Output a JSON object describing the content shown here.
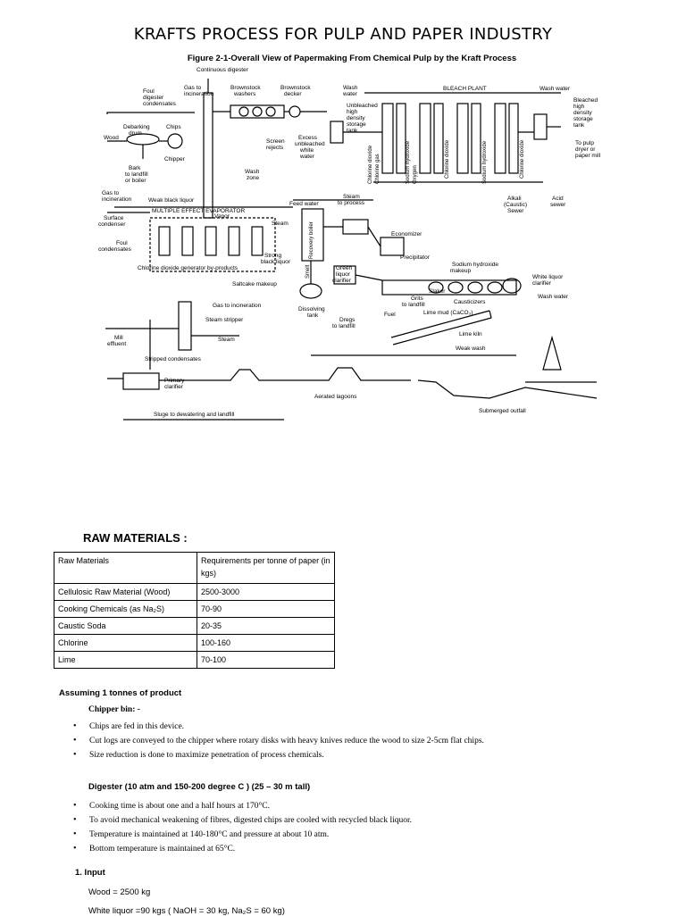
{
  "page_title": "KRAFTS PROCESS FOR PULP AND PAPER INDUSTRY",
  "figure": {
    "caption": "Figure 2-1-Overall View of Papermaking From Chemical Pulp by the Kraft Process",
    "labels": {
      "continuous_digester": "Continuous digester",
      "gas_to_incineration_1": "Gas to",
      "gas_to_incineration_2": "incineration",
      "foul_digester_1": "Foul",
      "foul_digester_2": "digester",
      "foul_digester_3": "condensates",
      "brownstock_washers_1": "Brownstock",
      "brownstock_washers_2": "washers",
      "brownstock_decker_1": "Brownstock",
      "brownstock_decker_2": "decker",
      "wash_water_1": "Wash",
      "wash_water_2": "water",
      "bleach_plant": "BLEACH PLANT",
      "wash_water_right": "Wash water",
      "bleached_1": "Bleached",
      "bleached_2": "high",
      "bleached_3": "density",
      "bleached_4": "storage",
      "bleached_5": "tank",
      "debarking_1": "Debarking",
      "debarking_2": "drum",
      "chips": "Chips",
      "wood": "Wood",
      "chipper": "Chipper",
      "bark_1": "Bark",
      "bark_2": "to landfill",
      "bark_3": "or boiler",
      "screen_rejects_1": "Screen",
      "screen_rejects_2": "rejects",
      "excess_1": "Excess",
      "excess_2": "unbleached",
      "excess_3": "white",
      "excess_4": "water",
      "unbleached_1": "Unbleached",
      "unbleached_2": "high",
      "unbleached_3": "density",
      "unbleached_4": "storage",
      "unbleached_5": "tank",
      "wash_zone_1": "Wash",
      "wash_zone_2": "zone",
      "chlorine_dioxide": "Chlorine dioxide",
      "chlorine_gas": "Chlorine gas",
      "sodium_hydroxide_1": "Sodium hydroxide",
      "oxygen": "Oxygen",
      "chlorine_dioxide_2": "Chlorine dioxide",
      "sodium_hydroxide_2": "Sodium hydroxide",
      "chlorine_dioxide_3": "Chlorine dioxide",
      "to_pulp_1": "To pulp",
      "to_pulp_2": "dryer or",
      "to_pulp_3": "paper mill",
      "gas_to_incin_left_1": "Gas to",
      "gas_to_incin_left_2": "incineration",
      "weak_black_liquor": "Weak black liquor",
      "multiple_effect": "MULTIPLE EFFECT EVAPORATOR",
      "vapor": "Vapor",
      "feed_water": "Feed water",
      "steam_to_process_1": "Steam",
      "steam_to_process_2": "to process",
      "alkali_1": "Alkali",
      "alkali_2": "(Caustic)",
      "alkali_3": "Sewer",
      "acid_1": "Acid",
      "acid_2": "sewer",
      "surface_1": "Surface",
      "surface_2": "condenser",
      "steam": "Steam",
      "foul_cond_1": "Foul",
      "foul_cond_2": "condensates",
      "recovery_boiler": "Recovery boiler",
      "economizer": "Economizer",
      "strong_black_1": "Strong",
      "strong_black_2": "black liquor",
      "precipitator": "Precipitator",
      "chlorine_byproducts": "Chlorine dioxide generator by-products",
      "smelt": "Smelt",
      "green_1": "Green",
      "green_2": "liquor",
      "green_3": "clarifier",
      "sodium_makeup_1": "Sodium hydroxide",
      "sodium_makeup_2": "makeup",
      "white_liquor_1": "White liquor",
      "white_liquor_2": "clarifier",
      "saltcake": "Saltcake makeup",
      "grits_1": "Grits",
      "grits_2": "to landfill",
      "slaker": "Slaker",
      "causticizers": "Causticizers",
      "wash_water_bottom": "Wash water",
      "gas_to_incin_2": "Gas to incineration",
      "dissolving_1": "Dissolving",
      "dissolving_2": "tank",
      "fuel": "Fuel",
      "lime_mud": "Lime mud (CaCO₃)",
      "steam_stripper": "Steam stripper",
      "dregs_1": "Dregs",
      "dregs_2": "to landfill",
      "lime_kiln": "Lime kiln",
      "steam_2": "Steam",
      "mill_1": "Mill",
      "mill_2": "effluent",
      "weak_wash": "Weak wash",
      "stripped": "Stripped condensates",
      "primary_1": "Primary",
      "primary_2": "clarifier",
      "aerated": "Aerated lagoons",
      "submerged": "Submerged outfall",
      "sludge": "Sluge to dewatering and landfill"
    }
  },
  "raw_materials": {
    "heading": "RAW MATERIALS :",
    "col_headers": [
      "Raw Materials",
      "Requirements per tonne of paper (in kgs)"
    ],
    "rows": [
      [
        "Cellulosic Raw Material (Wood)",
        "2500-3000"
      ],
      [
        "Cooking Chemicals (as Na₂S)",
        "70-90"
      ],
      [
        "Caustic Soda",
        "20-35"
      ],
      [
        "Chlorine",
        "100-160"
      ],
      [
        "Lime",
        "70-100"
      ]
    ]
  },
  "assumption": "Assuming 1 tonnes of product",
  "chipper": {
    "heading": "Chipper bin: -",
    "bullets": [
      "Chips are fed in this device.",
      "Cut logs are conveyed to the chipper where rotary disks with heavy knives reduce the wood to size 2-5cm flat chips.",
      "Size reduction is done to maximize penetration of process chemicals."
    ]
  },
  "digester": {
    "heading": "Digester (10 atm and 150-200 degree C )   (25 – 30 m tall)",
    "bullets": [
      "Cooking time is about one and a half hours at 170°C.",
      "To avoid mechanical weakening of fibres, digested chips are cooled with recycled black liquor.",
      "Temperature is maintained at 140-180°C and pressure at about 10 atm.",
      "Bottom temperature is maintained at 65°C."
    ]
  },
  "input": {
    "heading": "1.   Input",
    "wood": "Wood = 2500 kg",
    "white_liquor": "White liquor =90 kgs      ( NaOH = 30 kg, Na₂S = 60 kg)"
  }
}
